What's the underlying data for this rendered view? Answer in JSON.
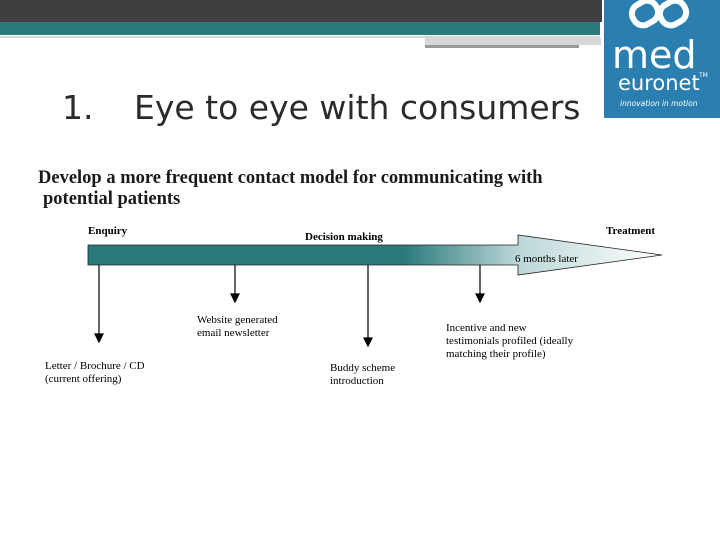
{
  "slide": {
    "title_number": "1.",
    "title_text": "Eye to eye with consumers",
    "subtitle_line1": "Develop a more frequent contact model for communicating with",
    "subtitle_line2": "potential patients"
  },
  "logo": {
    "brand_line1": "med",
    "brand_line2": "euronet",
    "trademark": "TM",
    "tagline": "innovation in motion",
    "color": "#2a7fb0"
  },
  "timeline": {
    "phase_labels": {
      "enquiry": "Enquiry",
      "decision": "Decision making",
      "treatment": "Treatment",
      "months_later": "6 months later"
    },
    "touchpoints": [
      {
        "text_lines": [
          "Letter / Brochure / CD",
          "(current offering)"
        ]
      },
      {
        "text_lines": [
          "Website generated",
          "email newsletter"
        ]
      },
      {
        "text_lines": [
          "Buddy scheme",
          "introduction"
        ]
      },
      {
        "text_lines": [
          "Incentive and new",
          "testimonials profiled (ideally",
          "matching their profile)"
        ]
      }
    ],
    "arrow_fill": "#2a7a7c"
  }
}
